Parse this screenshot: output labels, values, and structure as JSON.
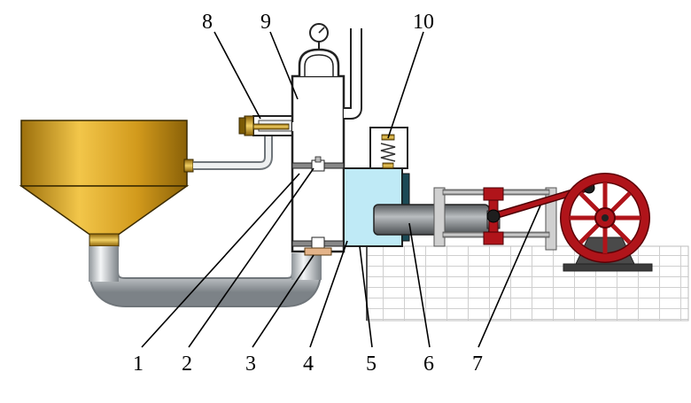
{
  "labels": {
    "l1": "1",
    "l2": "2",
    "l3": "3",
    "l4": "4",
    "l5": "5",
    "l6": "6",
    "l7": "7",
    "l8": "8",
    "l9": "9",
    "l10": "10"
  },
  "colors": {
    "hopper": "#d4a020",
    "hopper_dark": "#a87a10",
    "pipe": "#cfd3d6",
    "pipe_dark": "#7d8388",
    "chamber": "#ffffff",
    "pump_cylinder": "#bfeaf6",
    "piston": "#7f8386",
    "crank_red": "#b0141a",
    "floor_grid": "#d7d7d7"
  }
}
